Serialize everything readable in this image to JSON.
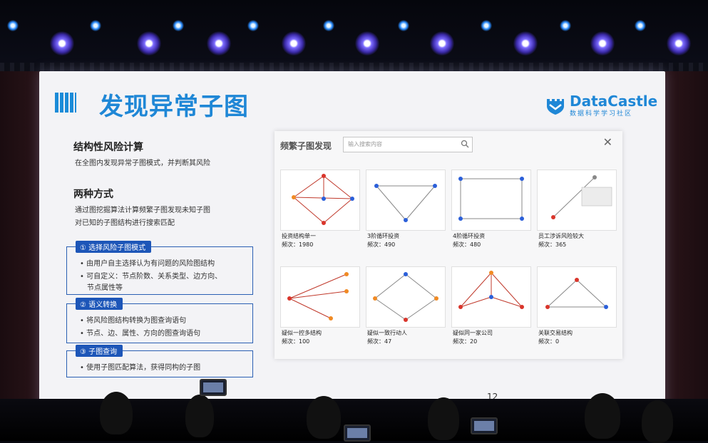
{
  "slide": {
    "title": "发现异常子图",
    "logo": {
      "name": "DataCastle",
      "subtitle": "数据科学学习社区"
    },
    "section1": {
      "heading": "结构性风险计算",
      "desc": "在全图内发现异常子图模式，并判断其风险"
    },
    "section2": {
      "heading": "两种方式",
      "line1": "通过图挖掘算法计算频繁子图发现未知子图",
      "line2": "对已知的子图结构进行搜索匹配"
    },
    "groups": [
      {
        "label": "① 选择风险子图模式",
        "bullets": [
          "• 由用户自主选择认为有问题的风险图结构",
          "• 可自定义：节点阶数、关系类型、边方向、",
          "节点属性等"
        ]
      },
      {
        "label": "② 语义转换",
        "bullets": [
          "• 将风险图结构转换为图查询语句",
          "• 节点、边、属性、方向的图查询语句"
        ]
      },
      {
        "label": "③ 子图查询",
        "bullets": [
          "• 使用子图匹配算法，获得同构的子图"
        ]
      }
    ],
    "page_number": "12"
  },
  "panel": {
    "title": "频繁子图发现",
    "search_placeholder": "输入搜索内容",
    "close_label": "✕",
    "cards": [
      {
        "name": "投资结构单一",
        "count": "频次：1980"
      },
      {
        "name": "3阶循环投资",
        "count": "频次：490"
      },
      {
        "name": "4阶循环投资",
        "count": "频次：480"
      },
      {
        "name": "员工涉诉风险较大",
        "count": "频次：365"
      },
      {
        "name": "疑似一控多结构",
        "count": "频次：100"
      },
      {
        "name": "疑似一致行动人",
        "count": "频次：47"
      },
      {
        "name": "疑似同一家公司",
        "count": "频次：20"
      },
      {
        "name": "关联交易结构",
        "count": "频次：0"
      }
    ]
  },
  "colors": {
    "accent": "#1f87d6",
    "badge": "#1d56b8",
    "node_red": "#d9352b",
    "node_blue": "#2b5fd9",
    "node_orange": "#f08a24"
  }
}
